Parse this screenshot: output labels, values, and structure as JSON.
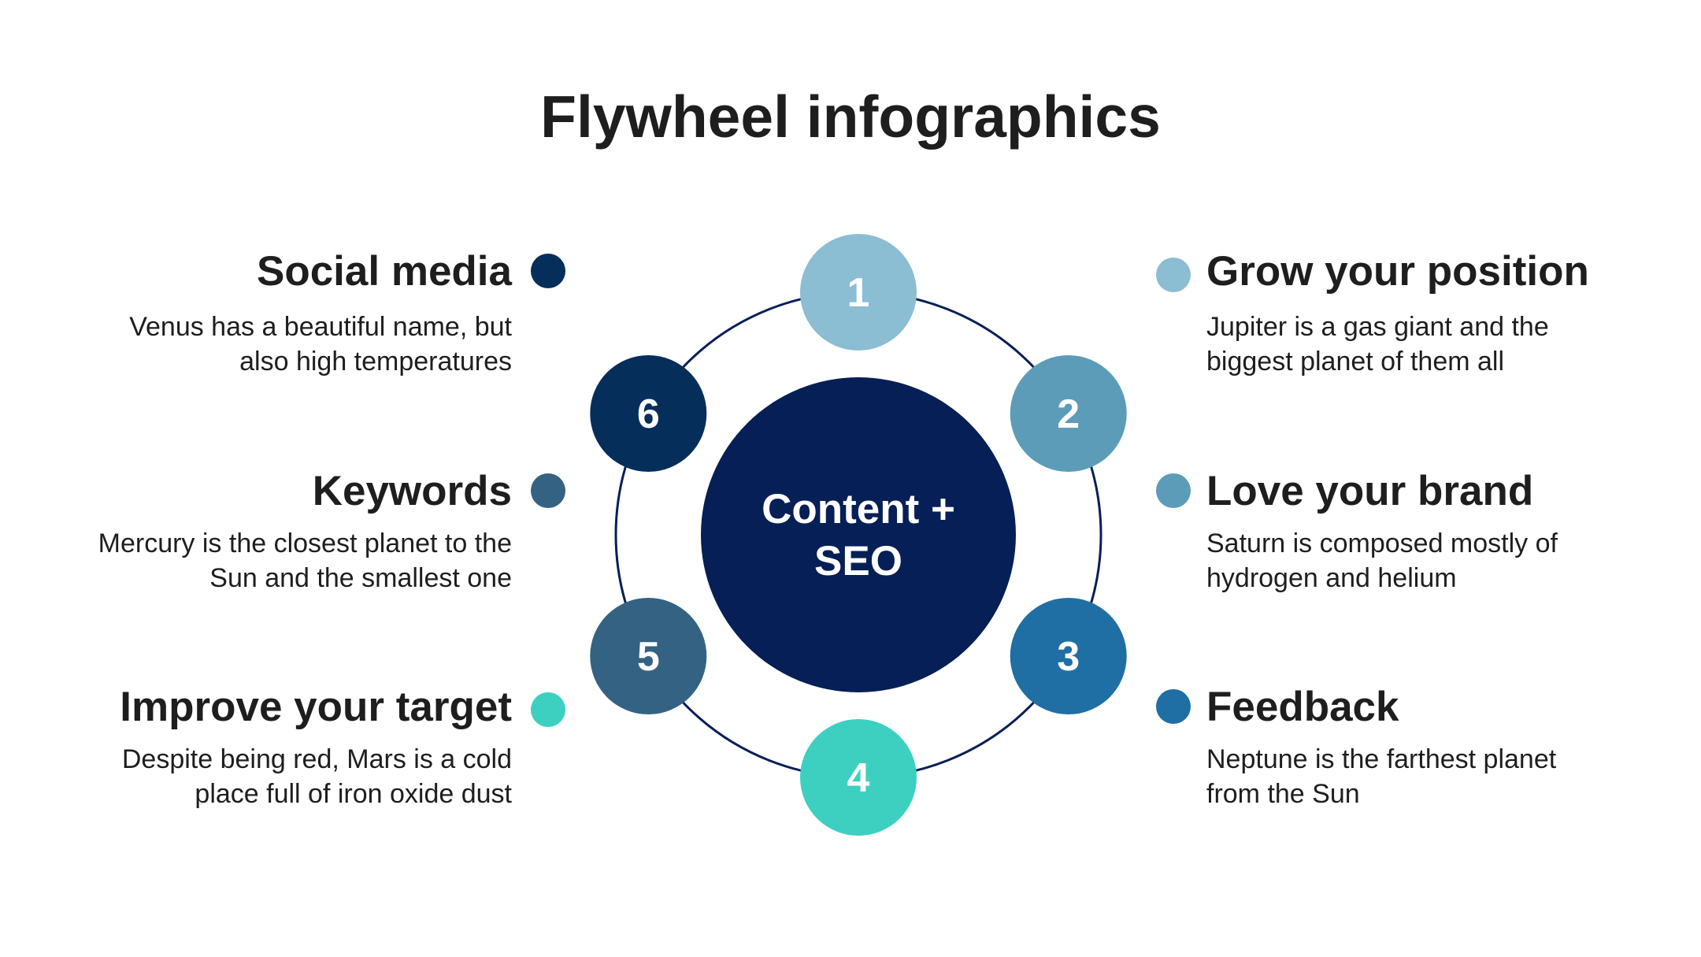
{
  "title": "Flywheel infographics",
  "center": {
    "line1": "Content +",
    "line2": "SEO",
    "color": "#071f57"
  },
  "ring_color": "#071f57",
  "steps": [
    {
      "number": "1",
      "color": "#8bbdd3"
    },
    {
      "number": "2",
      "color": "#5c9cb9"
    },
    {
      "number": "3",
      "color": "#1f6fa4"
    },
    {
      "number": "4",
      "color": "#3dd0c0"
    },
    {
      "number": "5",
      "color": "#346283"
    },
    {
      "number": "6",
      "color": "#062e5b"
    }
  ],
  "items": {
    "social_media": {
      "heading": "Social media",
      "desc": "Venus has a beautiful name, but also high temperatures",
      "color": "#062e5b"
    },
    "keywords": {
      "heading": "Keywords",
      "desc": "Mercury is the closest planet to the Sun and the smallest one",
      "color": "#346283"
    },
    "improve_target": {
      "heading": "Improve your target",
      "desc": "Despite being red, Mars is a cold place full of iron oxide dust",
      "color": "#3dd0c0"
    },
    "grow_position": {
      "heading": "Grow your position",
      "desc": "Jupiter is a gas giant and the biggest planet of them all",
      "color": "#8bbdd3"
    },
    "love_brand": {
      "heading": "Love your brand",
      "desc": "Saturn is composed mostly of hydrogen and helium",
      "color": "#5c9cb9"
    },
    "feedback": {
      "heading": "Feedback",
      "desc": "Neptune is the farthest planet from the Sun",
      "color": "#1f6fa4"
    }
  }
}
